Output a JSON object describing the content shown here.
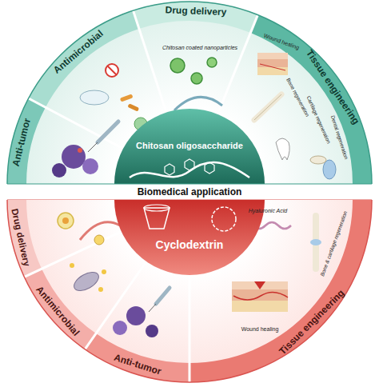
{
  "diagram": {
    "title": "Biomedical application",
    "nodes": [
      {
        "text": [
          "Chitosan oligosaccharide"
        ]
      },
      {
        "text": [
          "Anti-tumor"
        ]
      },
      {
        "text": [
          "Antimicrobial"
        ]
      },
      {
        "text": [
          "Drug delivery"
        ]
      },
      {
        "text": [
          "Tissue engineering"
        ]
      },
      {
        "text": [
          "Cyclodextrin"
        ]
      },
      {
        "text": [
          "Drug delivery"
        ]
      },
      {
        "text": [
          "Antimicrobial"
        ]
      },
      {
        "text": [
          "Anti-tumor"
        ]
      },
      {
        "text": [
          "Tissue engineering"
        ]
      }
    ],
    "labels": [
      "Chitosan coated nanoparticles",
      "Wound healing",
      "Bone regeneration",
      "Cartilage regeneration",
      "Dental regeneration",
      "Hyaluronic Acid",
      "Bone & cartilage regeneration",
      "Wound healing"
    ]
  }
}
